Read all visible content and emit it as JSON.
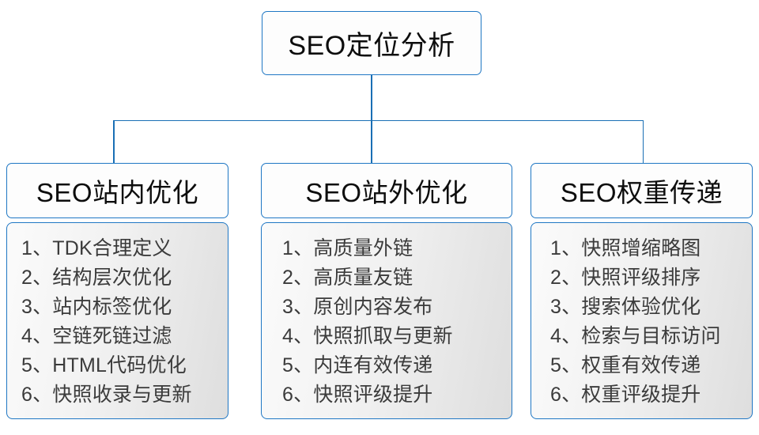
{
  "diagram": {
    "root": {
      "label": "SEO定位分析"
    },
    "branches": [
      {
        "title": "SEO站内优化",
        "items": [
          "1、TDK合理定义",
          "2、结构层次优化",
          "3、站内标签优化",
          "4、空链死链过滤",
          "5、HTML代码优化",
          "6、快照收录与更新"
        ]
      },
      {
        "title": "SEO站外优化",
        "items": [
          "1、高质量外链",
          "2、高质量友链",
          "3、原创内容发布",
          "4、快照抓取与更新",
          "5、内连有效传递",
          "6、快照评级提升"
        ]
      },
      {
        "title": "SEO权重传递",
        "items": [
          "1、快照增缩略图",
          "2、快照评级排序",
          "3、搜索体验优化",
          "4、检索与目标访问",
          "5、权重有效传递",
          "6、权重评级提升"
        ]
      }
    ],
    "colors": {
      "border_blue": "#1f77c4",
      "connector_blue": "#1a6fb5",
      "text_dark": "#0d0d0d",
      "text_body": "#3b3b3b",
      "panel_background": "#f2f2f2"
    }
  }
}
